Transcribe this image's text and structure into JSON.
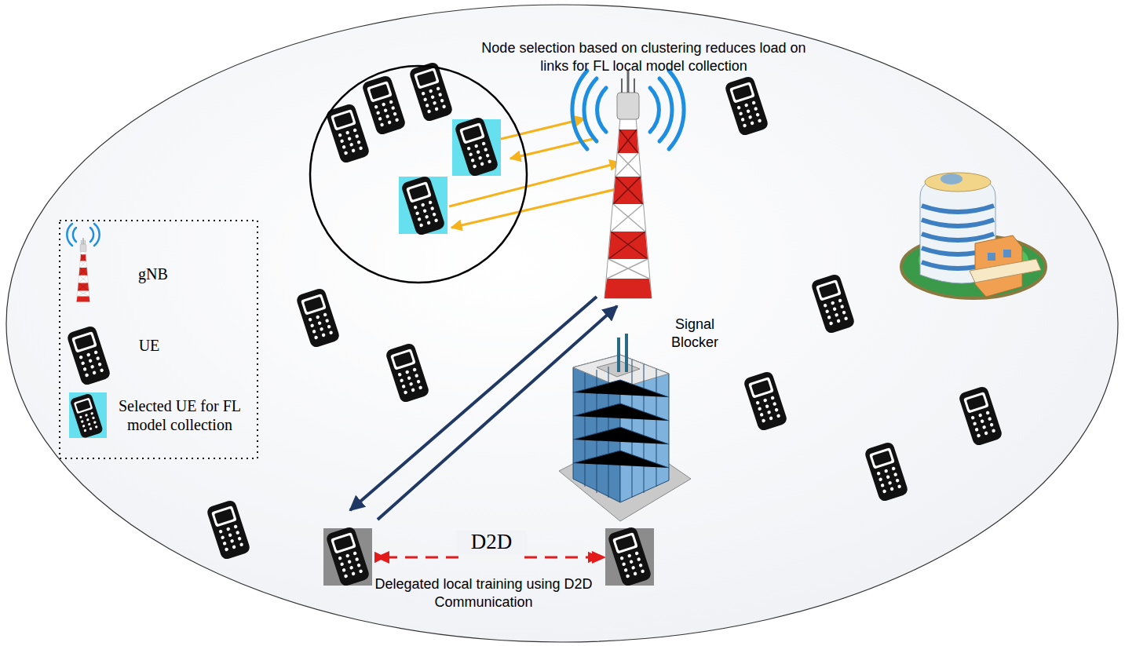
{
  "diagram": {
    "nodes": [
      {
        "text": [
          "Node selection based on clustering reduces load on links for FL local model collection"
        ]
      }
    ],
    "labels": [
      "Signal Blocker",
      "D2D",
      "Delegated local training using D2D Communication"
    ],
    "legend": [
      {
        "text": "gNB"
      },
      {
        "text": "UE"
      },
      {
        "text": "Selected UE for FL model collection"
      }
    ]
  }
}
